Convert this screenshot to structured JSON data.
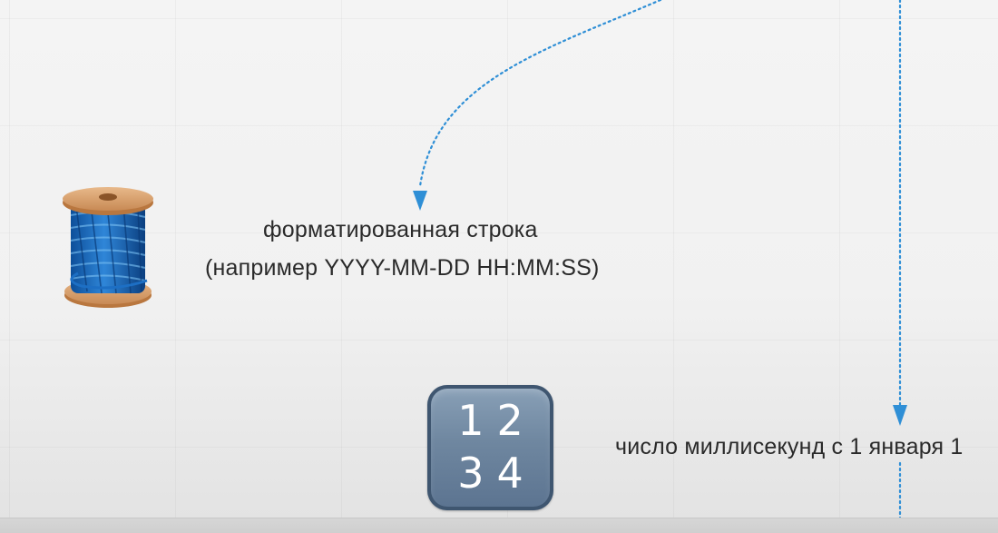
{
  "annotations": {
    "formatted_string_line1": "форматированная строка",
    "formatted_string_line2": "(например YYYY-MM-DD HH:MM:SS)",
    "milliseconds_label": "число миллисекунд с 1 января 1"
  },
  "icons": {
    "spool": "thread-spool-icon",
    "numbers": "input-numbers-icon",
    "numbers_tile_row1": "12",
    "numbers_tile_row2": "34"
  },
  "colors": {
    "arrow": "#2f8fd6",
    "text": "#2a2a2a",
    "tile": "#6f87a0"
  }
}
